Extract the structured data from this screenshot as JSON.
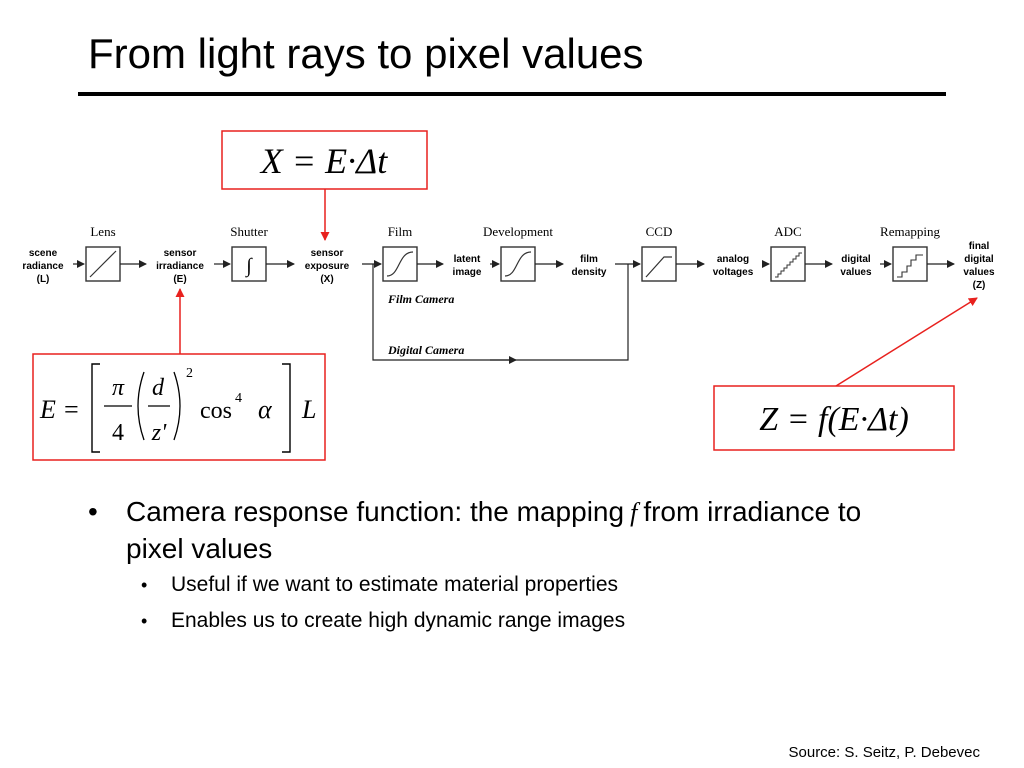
{
  "slide": {
    "title": "From light rays to pixel values",
    "source": "Source: S. Seitz, P. Debevec"
  },
  "equations": {
    "exposure": "X = E·Δt",
    "response": "Z = f(E·Δt)",
    "irradiance": {
      "lhs": "E =",
      "pi": "π",
      "four": "4",
      "d": "d",
      "z": "z'",
      "exp2": "2",
      "cos": "cos",
      "exp4": "4",
      "alpha": "α",
      "L": "L"
    }
  },
  "pipeline": {
    "stages": [
      "Lens",
      "Shutter",
      "Film",
      "Development",
      "CCD",
      "ADC",
      "Remapping"
    ],
    "labels": {
      "scene_radiance": [
        "scene",
        "radiance",
        "(L)"
      ],
      "sensor_irradiance": [
        "sensor",
        "irradiance",
        "(E)"
      ],
      "sensor_exposure": [
        "sensor",
        "exposure",
        "(X)"
      ],
      "latent_image": [
        "latent",
        "image"
      ],
      "film_density": [
        "film",
        "density"
      ],
      "analog_voltages": [
        "analog",
        "voltages"
      ],
      "digital_values": [
        "digital",
        "values"
      ],
      "final_digital_values": [
        "final",
        "digital",
        "values",
        "(Z)"
      ]
    },
    "captions": {
      "film_camera": "Film Camera",
      "digital_camera": "Digital Camera"
    }
  },
  "bullets": {
    "main_before": "Camera response function: the mapping",
    "main_f": "f",
    "main_after": "from irradiance to pixel values",
    "sub": [
      "Useful if we want to estimate material properties",
      "Enables us to create high dynamic range images"
    ]
  },
  "colors": {
    "highlight_red": "#e8211e"
  }
}
